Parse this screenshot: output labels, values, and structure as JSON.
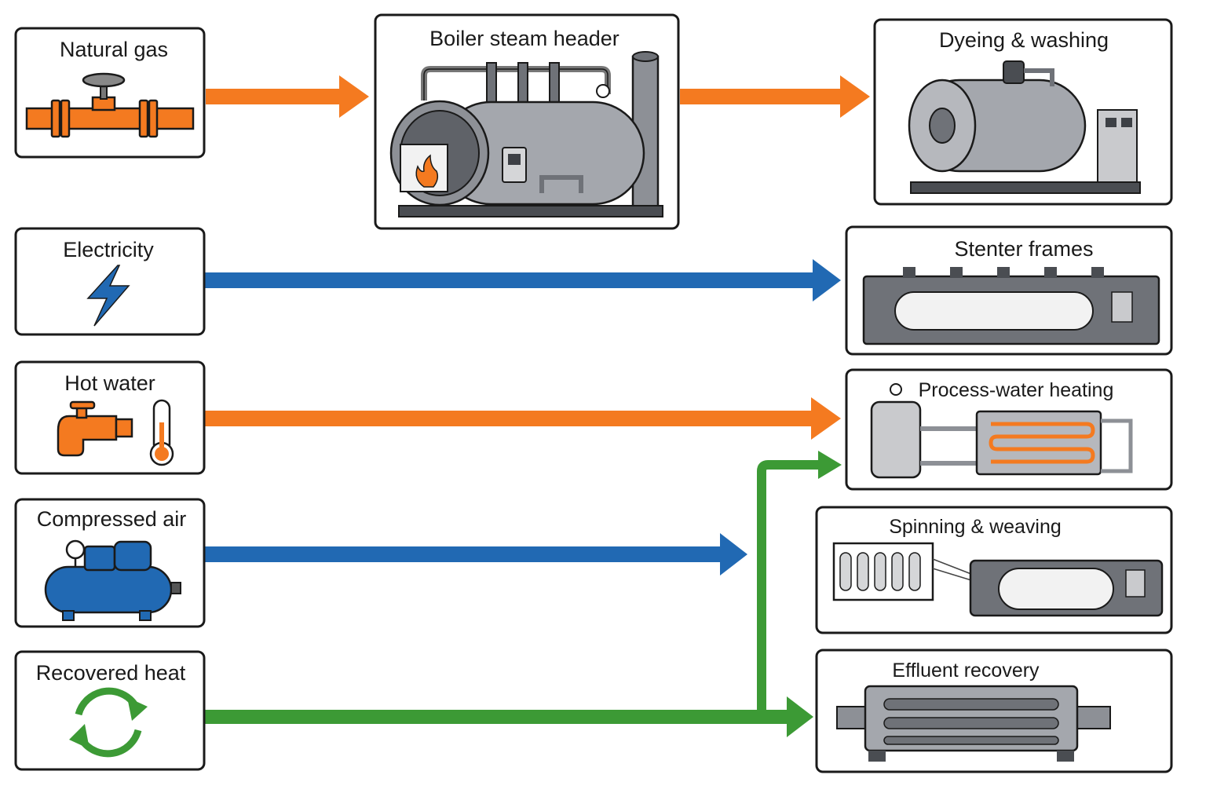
{
  "colors": {
    "steam_orange": "#F47A20",
    "electric_blue": "#2169B3",
    "recovered_green": "#3C9A35",
    "box_border": "#1a1a1a",
    "machine_gray": "#8d9096"
  },
  "sources": [
    {
      "id": "natural-gas",
      "label": "Natural gas",
      "icon": "pipe-valve-icon"
    },
    {
      "id": "electricity",
      "label": "Electricity",
      "icon": "lightning-bolt-icon"
    },
    {
      "id": "hot-water",
      "label": "Hot water",
      "icon": "faucet-thermometer-icon"
    },
    {
      "id": "compressed-air",
      "label": "Compressed air",
      "icon": "air-compressor-icon"
    },
    {
      "id": "recovered-heat",
      "label": "Recovered heat",
      "icon": "recycle-arrows-icon"
    }
  ],
  "hub": {
    "id": "boiler-steam-header",
    "label": "Boiler steam header",
    "icon": "boiler-icon"
  },
  "consumers": [
    {
      "id": "dyeing-washing",
      "label": "Dyeing & washing",
      "icon": "dyeing-machine-icon"
    },
    {
      "id": "stenter-frames",
      "label": "Stenter frames",
      "icon": "stenter-frame-icon"
    },
    {
      "id": "process-water-heating",
      "label": "Process-water heating",
      "icon": "heat-exchanger-icon"
    },
    {
      "id": "spinning-weaving",
      "label": "Spinning & weaving",
      "icon": "spinning-loom-icon"
    },
    {
      "id": "effluent-recovery",
      "label": "Effluent recovery",
      "icon": "shell-tube-exchanger-icon"
    }
  ],
  "flows": [
    {
      "from": "natural-gas",
      "to": "boiler-steam-header",
      "color": "steam_orange"
    },
    {
      "from": "boiler-steam-header",
      "to": "dyeing-washing",
      "color": "steam_orange"
    },
    {
      "from": "electricity",
      "to": "stenter-frames",
      "color": "electric_blue"
    },
    {
      "from": "hot-water",
      "to": "process-water-heating",
      "color": "steam_orange"
    },
    {
      "from": "compressed-air",
      "to": "spinning-weaving",
      "color": "electric_blue"
    },
    {
      "from": "recovered-heat",
      "to": "effluent-recovery",
      "color": "recovered_green"
    },
    {
      "from": "recovered-heat",
      "to": "process-water-heating",
      "color": "recovered_green"
    }
  ]
}
